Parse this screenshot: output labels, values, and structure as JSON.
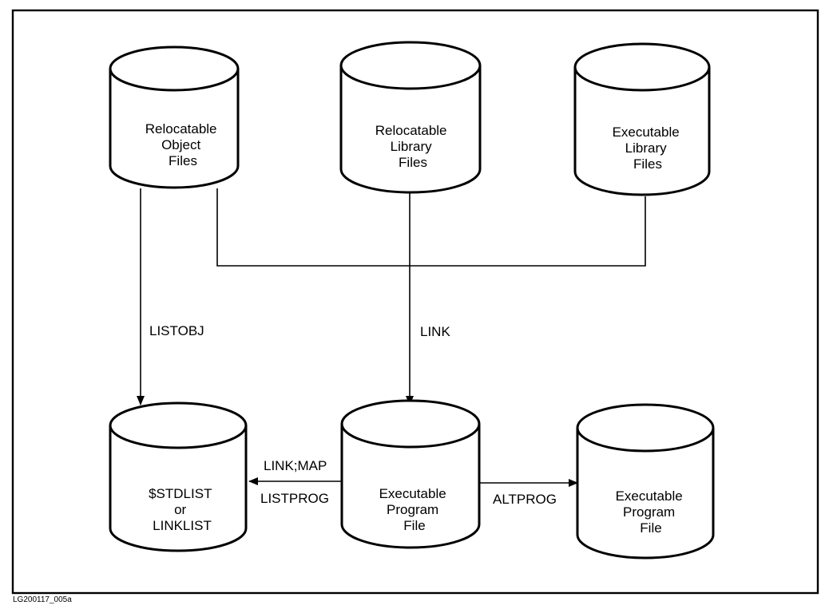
{
  "nodes": {
    "relocatable_object": {
      "lines": [
        "Relocatable",
        "Object",
        "Files"
      ]
    },
    "relocatable_library": {
      "lines": [
        "Relocatable",
        "Library",
        "Files"
      ]
    },
    "executable_library": {
      "lines": [
        "Executable",
        "Library",
        "Files"
      ]
    },
    "stdlist": {
      "lines": [
        "$STDLIST",
        "or",
        "LINKLIST"
      ]
    },
    "executable_program": {
      "lines": [
        "Executable",
        "Program",
        "File"
      ]
    },
    "executable_program_alt": {
      "lines": [
        "Executable",
        "Program",
        "File"
      ]
    }
  },
  "edges": {
    "listobj": "LISTOBJ",
    "link": "LINK",
    "link_map": "LINK;MAP",
    "listprog": "LISTPROG",
    "altprog": "ALTPROG"
  },
  "caption": "LG200117_005a"
}
